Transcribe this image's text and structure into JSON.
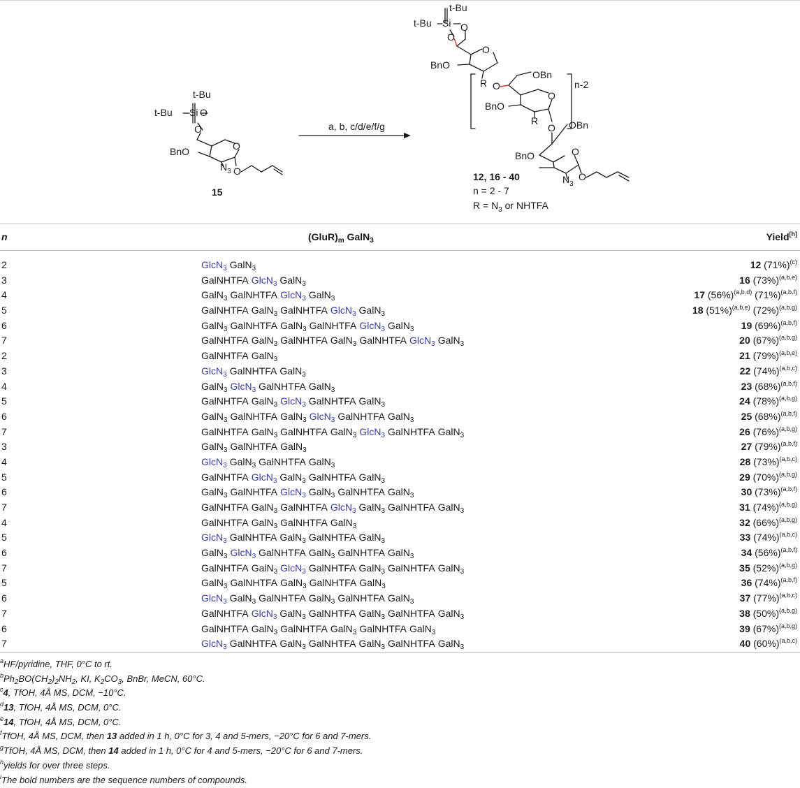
{
  "scheme": {
    "start_compound_label": "15",
    "reagent_label": "a, b, c/d/e/f/g",
    "product_labels": "12, 16 - 40",
    "n_range": "n = 2 - 7",
    "r_definition": "R = N3 or NHTFA",
    "repeat_label": "n-2",
    "atom_labels": {
      "tbu": "t-Bu",
      "si": "Si",
      "o": "O",
      "bno": "BnO",
      "obn": "OBn",
      "r": "R",
      "n3": "N",
      "n3_sub": "3"
    }
  },
  "table": {
    "headers": {
      "n": "n",
      "sequence": "(GluR)m GalN3",
      "yield": "Yield[h]"
    },
    "rows": [
      {
        "n": "2",
        "seq": [
          "GlcN3*",
          "GalN3"
        ],
        "compound": "12",
        "pct": "(71%)",
        "notes": "(c)"
      },
      {
        "n": "3",
        "seq": [
          "GalNHTFA",
          "GlcN3*",
          "GalN3"
        ],
        "compound": "16",
        "pct": "(73%)",
        "notes": "(a,b,e)"
      },
      {
        "n": "4",
        "seq": [
          "GalN3",
          "GalNHTFA",
          "GlcN3*",
          "GalN3"
        ],
        "compound": "17",
        "pct": "(56%)",
        "notes": "(a,b,d)",
        "pct2": "(71%)",
        "notes2": "(a,b,f)"
      },
      {
        "n": "5",
        "seq": [
          "GalNHTFA",
          "GalN3",
          "GalNHTFA",
          "GlcN3*",
          "GalN3"
        ],
        "compound": "18",
        "pct": "(51%)",
        "notes": "(a,b,e)",
        "pct2": "(72%)",
        "notes2": "(a,b,g)"
      },
      {
        "n": "6",
        "seq": [
          "GalN3",
          "GalNHTFA",
          "GalN3",
          "GalNHTFA",
          "GlcN3*",
          "GalN3"
        ],
        "compound": "19",
        "pct": "(69%)",
        "notes": "(a,b,f)"
      },
      {
        "n": "7",
        "seq": [
          "GalNHTFA",
          "GalN3",
          "GalNHTFA",
          "GalN3",
          "GalNHTFA",
          "GlcN3*",
          "GalN3"
        ],
        "compound": "20",
        "pct": "(67%)",
        "notes": "(a,b,g)"
      },
      {
        "n": "2",
        "seq": [
          "GalNHTFA",
          "GalN3"
        ],
        "compound": "21",
        "pct": "(79%)",
        "notes": "(a,b,e)"
      },
      {
        "n": "3",
        "seq": [
          "GlcN3*",
          "GalNHTFA",
          "GalN3"
        ],
        "compound": "22",
        "pct": "(74%)",
        "notes": "(a,b,c)"
      },
      {
        "n": "4",
        "seq": [
          "GalN3",
          "GlcN3*",
          "GalNHTFA",
          "GalN3"
        ],
        "compound": "23",
        "pct": "(68%)",
        "notes": "(a,b,f)"
      },
      {
        "n": "5",
        "seq": [
          "GalNHTFA",
          "GalN3",
          "GlcN3*",
          "GalNHTFA",
          "GalN3"
        ],
        "compound": "24",
        "pct": "(78%)",
        "notes": "(a,b,g)"
      },
      {
        "n": "6",
        "seq": [
          "GalN3",
          "GalNHTFA",
          "GalN3",
          "GlcN3*",
          "GalNHTFA",
          "GalN3"
        ],
        "compound": "25",
        "pct": "(68%)",
        "notes": "(a,b,f)"
      },
      {
        "n": "7",
        "seq": [
          "GalNHTFA",
          "GalN3",
          "GalNHTFA",
          "GalN3",
          "GlcN3*",
          "GalNHTFA",
          "GalN3"
        ],
        "compound": "26",
        "pct": "(76%)",
        "notes": "(a,b,g)"
      },
      {
        "n": "3",
        "seq": [
          "GalN3",
          "GalNHTFA",
          "GalN3"
        ],
        "compound": "27",
        "pct": "(79%)",
        "notes": "(a,b,f)"
      },
      {
        "n": "4",
        "seq": [
          "GlcN3*",
          "GalN3",
          "GalNHTFA",
          "GalN3"
        ],
        "compound": "28",
        "pct": "(73%)",
        "notes": "(a,b,c)"
      },
      {
        "n": "5",
        "seq": [
          "GalNHTFA",
          "GlcN3*",
          "GalN3",
          "GalNHTFA",
          "GalN3"
        ],
        "compound": "29",
        "pct": "(70%)",
        "notes": "(a,b,g)"
      },
      {
        "n": "6",
        "seq": [
          "GalN3",
          "GalNHTFA",
          "GlcN3*",
          "GalN3",
          "GalNHTFA",
          "GalN3"
        ],
        "compound": "30",
        "pct": "(73%)",
        "notes": "(a,b,f)"
      },
      {
        "n": "7",
        "seq": [
          "GalNHTFA",
          "GalN3",
          "GalNHTFA",
          "GlcN3*",
          "GalN3",
          "GalNHTFA",
          "GalN3"
        ],
        "compound": "31",
        "pct": "(74%)",
        "notes": "(a,b,g)"
      },
      {
        "n": "4",
        "seq": [
          "GalNHTFA",
          "GalN3",
          "GalNHTFA",
          "GalN3"
        ],
        "compound": "32",
        "pct": "(66%)",
        "notes": "(a,b,g)"
      },
      {
        "n": "5",
        "seq": [
          "GlcN3*",
          "GalNHTFA",
          "GalN3",
          "GalNHTFA",
          "GalN3"
        ],
        "compound": "33",
        "pct": "(74%)",
        "notes": "(a,b,c)"
      },
      {
        "n": "6",
        "seq": [
          "GalN3",
          "GlcN3*",
          "GalNHTFA",
          "GalN3",
          "GalNHTFA",
          "GalN3"
        ],
        "compound": "34",
        "pct": "(56%)",
        "notes": "(a,b,f)"
      },
      {
        "n": "7",
        "seq": [
          "GalNHTFA",
          "GalN3",
          "GlcN3*",
          "GalNHTFA",
          "GalN3",
          "GalNHTFA",
          "GalN3"
        ],
        "compound": "35",
        "pct": "(52%)",
        "notes": "(a,b,g)"
      },
      {
        "n": "5",
        "seq": [
          "GalN3",
          "GalNHTFA",
          "GalN3",
          "GalNHTFA",
          "GalN3"
        ],
        "compound": "36",
        "pct": "(74%)",
        "notes": "(a,b,f)"
      },
      {
        "n": "6",
        "seq": [
          "GlcN3*",
          "GalN3",
          "GalNHTFA",
          "GalN3",
          "GalNHTFA",
          "GalN3"
        ],
        "compound": "37",
        "pct": "(77%)",
        "notes": "(a,b,c)"
      },
      {
        "n": "7",
        "seq": [
          "GalNHTFA",
          "GlcN3*",
          "GalN3",
          "GalNHTFA",
          "GalN3",
          "GalNHTFA",
          "GalN3"
        ],
        "compound": "38",
        "pct": "(50%)",
        "notes": "(a,b,g)"
      },
      {
        "n": "6",
        "seq": [
          "GalNHTFA",
          "GalN3",
          "GalNHTFA",
          "GalN3",
          "GalNHTFA",
          "GalN3"
        ],
        "compound": "39",
        "pct": "(67%)",
        "notes": "(a,b,g)"
      },
      {
        "n": "7",
        "seq": [
          "GlcN3*",
          "GalNHTFA",
          "GalN3",
          "GalNHTFA",
          "GalN3",
          "GalNHTFA",
          "GalN3"
        ],
        "compound": "40",
        "pct": "(60%)",
        "notes": "(a,b,c)"
      }
    ]
  },
  "footnotes": [
    {
      "mark": "a",
      "text": "HF/pyridine, THF, 0°C to rt."
    },
    {
      "mark": "b",
      "text": "Ph2BO(CH2)2NH2, KI, K2CO3, BnBr, MeCN, 60°C."
    },
    {
      "mark": "c",
      "bold": "4",
      "text": ", TfOH, 4Å MS, DCM, −10°C."
    },
    {
      "mark": "d",
      "bold": "13",
      "text": ", TfOH, 4Å MS, DCM, 0°C."
    },
    {
      "mark": "e",
      "bold": "14",
      "text": ", TfOH, 4Å MS, DCM, 0°C."
    },
    {
      "mark": "f",
      "text": "TfOH, 4Å MS, DCM, then ",
      "bold": "13",
      "text2": " added in 1 h, 0°C for 3, 4 and 5-mers, −20°C for 6 and 7-mers."
    },
    {
      "mark": "g",
      "text": "TfOH, 4Å MS, DCM, then ",
      "bold": "14",
      "text2": " added in 1 h, 0°C for 4 and 5-mers, −20°C for 6 and 7-mers."
    },
    {
      "mark": "h",
      "text": "yields for over three steps."
    },
    {
      "mark": "i",
      "text": "The bold numbers are the sequence numbers of compounds."
    }
  ],
  "colors": {
    "glc_highlight": "#3b3bb0",
    "new_bond": "#d23a2a",
    "text": "#1a1a1a",
    "rule": "#bdbdbd"
  }
}
